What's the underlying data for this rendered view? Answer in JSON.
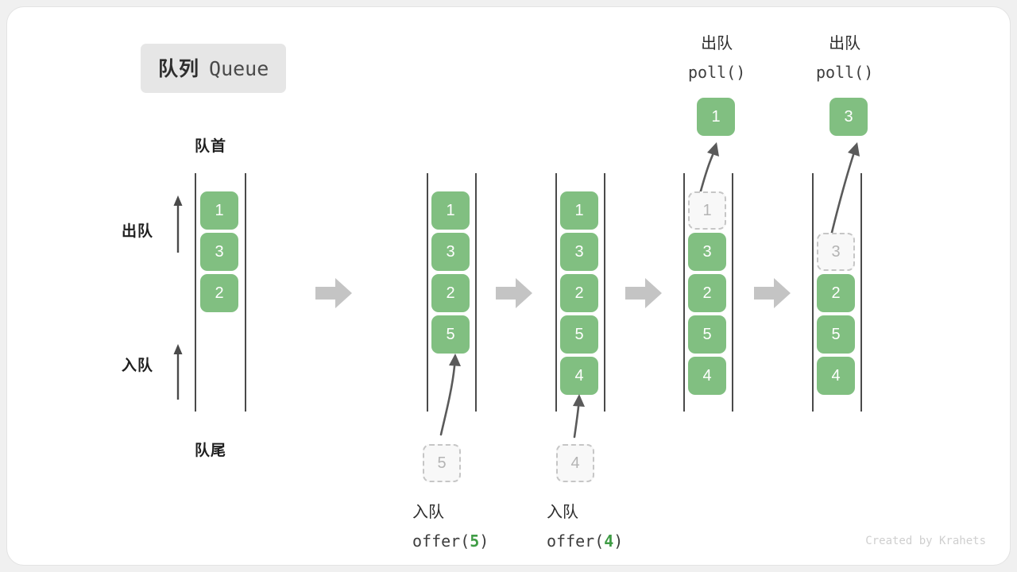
{
  "title": {
    "cn": "队列",
    "en": "Queue"
  },
  "labels": {
    "head": "队首",
    "tail": "队尾",
    "dequeue": "出队",
    "enqueue": "入队"
  },
  "credit": "Created by Krahets",
  "colors": {
    "element_green": "#81bf81",
    "accent_green": "#3f9c45",
    "ghost_fill": "#f8f8f8",
    "ghost_border": "#c6c6c6",
    "rail": "#4a4a4a",
    "step_arrow": "#c4c4c4",
    "badge_bg": "#e6e6e6"
  },
  "stages": [
    {
      "id": "initial",
      "items": [
        "1",
        "3",
        "2"
      ],
      "ghost_index": null,
      "popped": null,
      "pending": null,
      "op_cn": null,
      "op_code": null,
      "op_arg": null
    },
    {
      "id": "after-offer-5",
      "items": [
        "1",
        "3",
        "2",
        "5"
      ],
      "ghost_index": null,
      "popped": null,
      "pending": "5",
      "op_cn": "入队",
      "op_code_prefix": "offer(",
      "op_arg": "5",
      "op_code_suffix": ")"
    },
    {
      "id": "after-offer-4",
      "items": [
        "1",
        "3",
        "2",
        "5",
        "4"
      ],
      "ghost_index": null,
      "popped": null,
      "pending": "4",
      "op_cn": "入队",
      "op_code_prefix": "offer(",
      "op_arg": "4",
      "op_code_suffix": ")"
    },
    {
      "id": "poll-1",
      "items": [
        "1",
        "3",
        "2",
        "5",
        "4"
      ],
      "ghost_index": 0,
      "popped": "1",
      "pending": null,
      "op_cn": "出队",
      "op_code_prefix": "poll(",
      "op_arg": "",
      "op_code_suffix": ")"
    },
    {
      "id": "poll-3",
      "items": [
        "3",
        "2",
        "5",
        "4"
      ],
      "ghost_index": 0,
      "popped": "3",
      "pending": null,
      "op_cn": "出队",
      "op_code_prefix": "poll(",
      "op_arg": "",
      "op_code_suffix": ")"
    }
  ]
}
